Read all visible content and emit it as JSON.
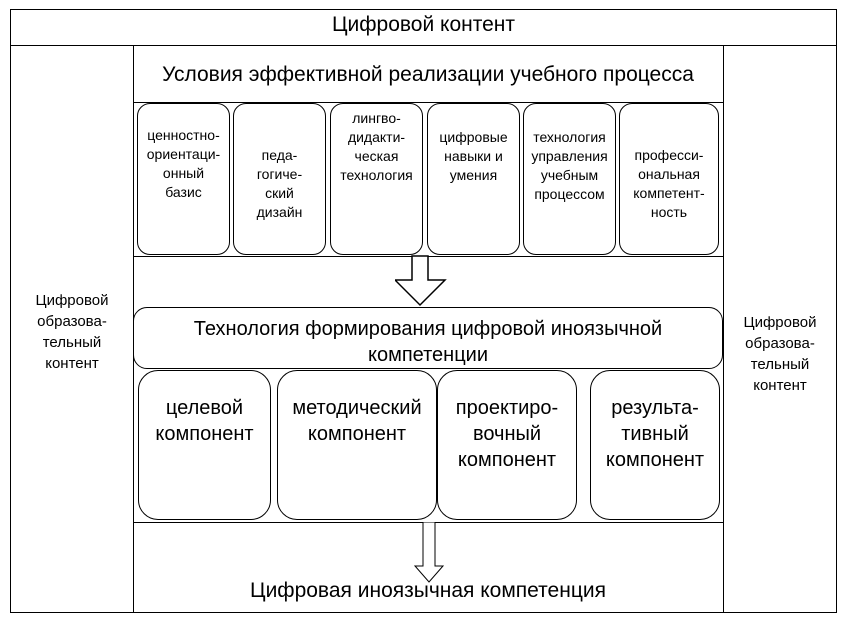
{
  "header": {
    "title": "Цифровой контент"
  },
  "left_side": {
    "label": "Цифровой\nобразова-\nтельный\nконтент"
  },
  "right_side": {
    "label": "Цифровой\nобразова-\nтельный\nконтент"
  },
  "conditions": {
    "title": "Условия эффективной реализации учебного процесса",
    "items": [
      {
        "label": "ценностно-\nориентаци-\nонный\nбазис"
      },
      {
        "label": "педа-\nгогиче-\nский\nдизайн"
      },
      {
        "label": "лингво-\nдидакти-\nческая\nтехнология"
      },
      {
        "label": "цифровые\nнавыки и\nумения"
      },
      {
        "label": "технология\nуправления\nучебным\nпроцессом"
      },
      {
        "label": "професси-\nональная\nкомпетент-\nность"
      }
    ]
  },
  "technology": {
    "line1": "Технология формирования цифровой иноязычной",
    "line2": "компетенции"
  },
  "components": [
    {
      "label": "целевой\nкомпонент"
    },
    {
      "label": "методический\nкомпонент"
    },
    {
      "label": "проектиро-\nвочный\nкомпонент"
    },
    {
      "label": "результа-\nтивный\nкомпонент"
    }
  ],
  "footer": {
    "title": "Цифровая иноязычная компетенция"
  }
}
